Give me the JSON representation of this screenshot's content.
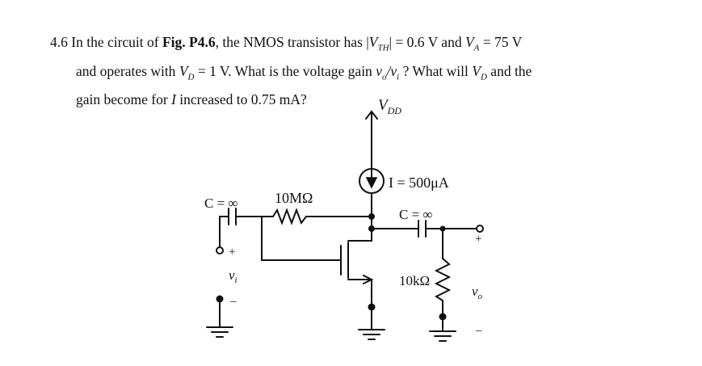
{
  "problem": {
    "number": "4.6",
    "t1": " In the circuit of ",
    "fig": "Fig. P4.6",
    "t2": ", the NMOS transistor has |",
    "vth_main": "V",
    "vth_sub": "TH",
    "t3": "| = 0.6 V and ",
    "va_main": "V",
    "va_sub": "A",
    "t4": " = 75 V",
    "t5": "and operates with ",
    "vd_main": "V",
    "vd_sub": "D",
    "t6": " = 1 V. What is the voltage gain ",
    "vo_main": "v",
    "vo_sub": "o",
    "slash": "/",
    "vi_main": "v",
    "vi_sub": "i",
    "t7": " ? What will ",
    "vd2_main": "V",
    "vd2_sub": "D",
    "t8": " and the",
    "t9": "gain become for ",
    "i_var": "I",
    "t10": " increased to 0.75 mA?"
  },
  "circuit": {
    "vdd_main": "V",
    "vdd_sub": "DD",
    "current_source": "I = 500μA",
    "cap_in": "C = ∞",
    "r_gate": "10MΩ",
    "cap_out": "C = ∞",
    "r_load": "10kΩ",
    "in_plus": "+",
    "in_minus": "–",
    "vi_main": "v",
    "vi_sub": "i",
    "out_plus": "+",
    "out_minus": "–",
    "vo_main": "v",
    "vo_sub": "o"
  }
}
